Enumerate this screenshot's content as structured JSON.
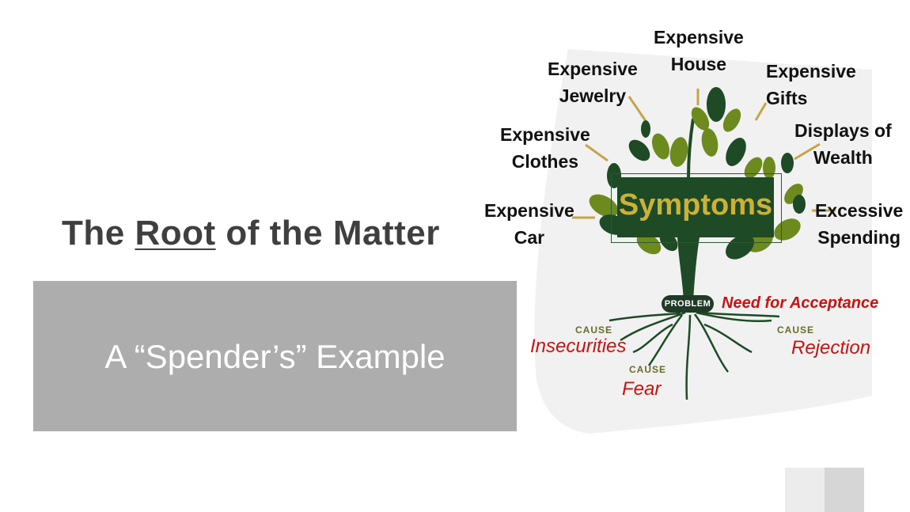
{
  "slide": {
    "title_before": "The ",
    "title_underlined": "Root",
    "title_after": " of the Matter",
    "subtitle": "A “Spender’s” Example"
  },
  "tree": {
    "center_label": "Symptoms",
    "symptoms": [
      {
        "id": "house",
        "line1": "Expensive",
        "line2": "House"
      },
      {
        "id": "jewelry",
        "line1": "Expensive",
        "line2": "Jewelry"
      },
      {
        "id": "gifts",
        "line1": "Expensive",
        "line2": "Gifts"
      },
      {
        "id": "clothes",
        "line1": "Expensive",
        "line2": "Clothes"
      },
      {
        "id": "wealth",
        "line1": "Displays of",
        "line2": "Wealth"
      },
      {
        "id": "car",
        "line1": "Expensive",
        "line2": "Car"
      },
      {
        "id": "spending",
        "line1": "Excessive",
        "line2": "Spending"
      }
    ],
    "problem_badge": "PROBLEM",
    "problem": "Need for Acceptance",
    "causes": [
      {
        "tag": "CAUSE",
        "text": "Insecurities"
      },
      {
        "tag": "CAUSE",
        "text": "Fear"
      },
      {
        "tag": "CAUSE",
        "text": "Rejection"
      }
    ],
    "colors": {
      "leaf_dark": "#1e4a25",
      "leaf_light": "#6d8a1f",
      "symptom_text": "#c9b13a",
      "cause_text": "#cc1111",
      "connector": "#c6a44a"
    }
  }
}
